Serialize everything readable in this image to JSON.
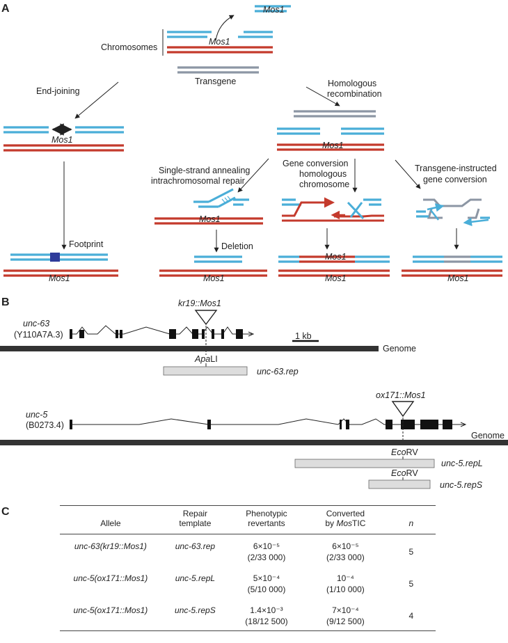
{
  "panel_labels": {
    "a": "A",
    "b": "B",
    "c": "C"
  },
  "panel_a": {
    "mos1_excised": "Mos1",
    "chromosomes": "Chromosomes",
    "mos1_chrom": "Mos1",
    "transgene": "Transgene",
    "end_joining": "End-joining",
    "homologous_recombination": [
      "Homologous",
      "recombination"
    ],
    "mos1_ej": "Mos1",
    "mos1_hr": "Mos1",
    "ssa": [
      "Single-strand annealing",
      "intrachromosomal repair"
    ],
    "gene_conversion": [
      "Gene conversion",
      "homologous",
      "chromosome"
    ],
    "transgene_instructed": [
      "Transgene-instructed",
      "gene conversion"
    ],
    "mos1_ssa": "Mos1",
    "footprint": "Footprint",
    "deletion": "Deletion",
    "mos1_results": [
      "Mos1",
      "Mos1",
      "Mos1",
      "Mos1",
      "Mos1"
    ]
  },
  "panel_b": {
    "unc63_insert": "kr19::Mos1",
    "unc63_gene": "unc-63",
    "unc63_id": "(Y110A7A.3)",
    "scale": "1 kb",
    "genome": "Genome",
    "apali_italic": "Apa",
    "apali_rest": "LI",
    "unc63_rep": "unc-63.rep",
    "unc5_insert": "ox171::Mos1",
    "unc5_gene": "unc-5",
    "unc5_id": "(B0273.4)",
    "genome2": "Genome",
    "ecorv_italic": "Eco",
    "ecorv_rest": "RV",
    "unc5_repL": "unc-5.repL",
    "unc5_repS": "unc-5.repS"
  },
  "panel_c": {
    "headers": {
      "allele": "Allele",
      "repair": [
        "Repair",
        "template"
      ],
      "phenotypic": [
        "Phenotypic",
        "revertants"
      ],
      "converted": [
        "Converted",
        "by "
      ],
      "converted_italic": "Mos",
      "converted_rest": "TIC",
      "n": "n"
    },
    "rows": [
      {
        "allele": "unc-63(kr19::Mos1)",
        "template": "unc-63.rep",
        "phen_value": "6×10⁻⁵",
        "phen_ratio": "(2/33 000)",
        "conv_value": "6×10⁻⁵",
        "conv_ratio": "(2/33 000)",
        "n": "5"
      },
      {
        "allele": "unc-5(ox171::Mos1)",
        "template": "unc-5.repL",
        "phen_value": "5×10⁻⁴",
        "phen_ratio": "(5/10 000)",
        "conv_value": "10⁻⁴",
        "conv_ratio": "(1/10 000)",
        "n": "5"
      },
      {
        "allele": "unc-5(ox171::Mos1)",
        "template": "unc-5.repS",
        "phen_value": "1.4×10⁻³",
        "phen_ratio": "(18/12 500)",
        "conv_value": "7×10⁻⁴",
        "conv_ratio": "(9/12 500)",
        "n": "4"
      }
    ]
  }
}
